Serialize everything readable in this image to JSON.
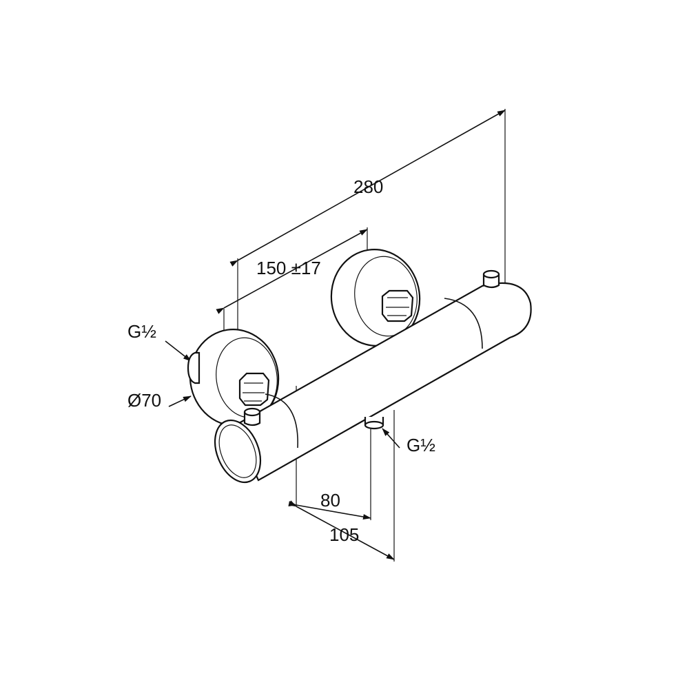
{
  "dimensions": {
    "overall_length": "280",
    "connection_spacing": "150 ±17",
    "outlet_offset": "80",
    "outlet_offset_total": "105",
    "inlet_thread": "G½",
    "outlet_thread": "G½",
    "escutcheon_diameter": "Ø70"
  },
  "colors": {
    "line": "#111111",
    "background": "#ffffff"
  }
}
